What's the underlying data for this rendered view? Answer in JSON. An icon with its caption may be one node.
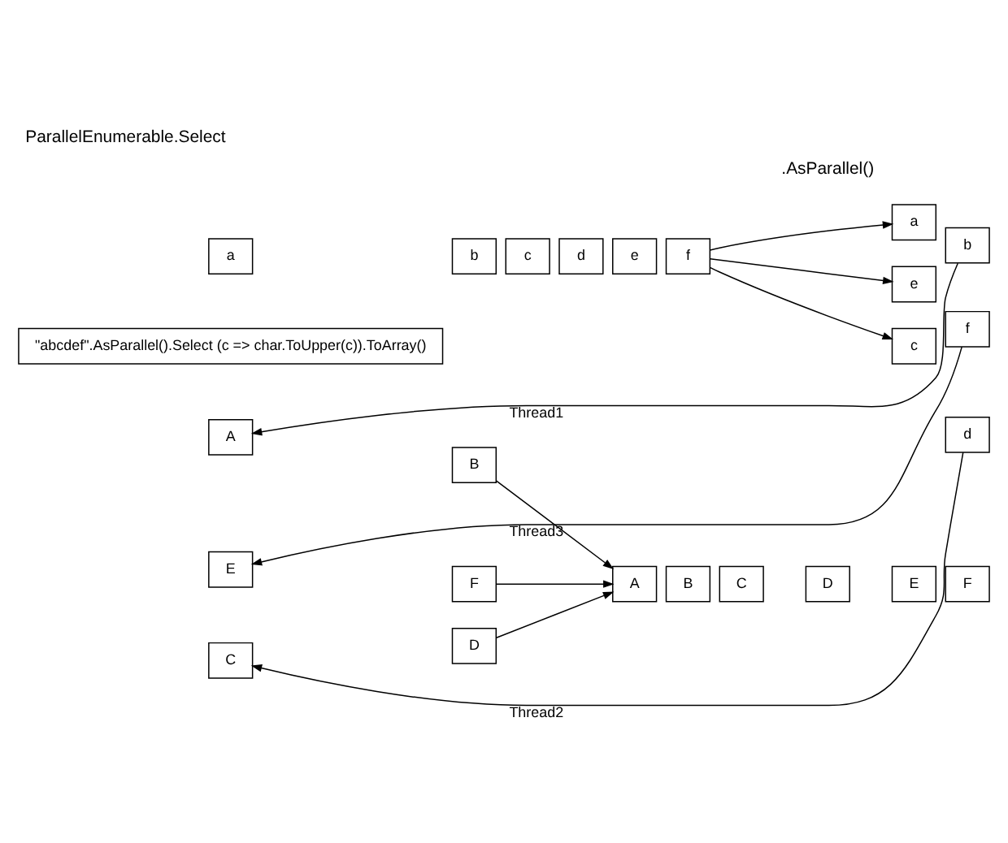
{
  "diagram": {
    "title": "ParallelEnumerable.Select",
    "nodes": [
      {
        "text": [
          "a"
        ]
      },
      {
        "text": [
          "b"
        ]
      },
      {
        "text": [
          "c"
        ]
      },
      {
        "text": [
          "d"
        ]
      },
      {
        "text": [
          "e"
        ]
      },
      {
        "text": [
          "f"
        ]
      },
      {
        "text": [
          "a"
        ]
      },
      {
        "text": [
          "b"
        ]
      },
      {
        "text": [
          "c"
        ]
      },
      {
        "text": [
          "d"
        ]
      },
      {
        "text": [
          "e"
        ]
      },
      {
        "text": [
          "f"
        ]
      },
      {
        "text": [
          "E"
        ]
      },
      {
        "text": [
          "F"
        ]
      },
      {
        "text": [
          "C"
        ]
      },
      {
        "text": [
          "D"
        ]
      },
      {
        "text": [
          "A"
        ]
      },
      {
        "text": [
          "B"
        ]
      },
      {
        "text": [
          "A"
        ]
      },
      {
        "text": [
          "B"
        ]
      },
      {
        "text": [
          "C"
        ]
      },
      {
        "text": [
          "D"
        ]
      },
      {
        "text": [
          "E"
        ]
      },
      {
        "text": [
          "F"
        ]
      },
      {
        "text": [
          "\"abcdef\".AsParallel().Select (c => char.ToUpper(c)).ToArray()"
        ]
      }
    ],
    "edges": [
      {
        "from": 5,
        "to": 6,
        "arrow": "to"
      },
      {
        "from": 5,
        "to": 8,
        "arrow": "to"
      },
      {
        "from": 5,
        "to": 10,
        "arrow": "to"
      },
      {
        "from": 7,
        "to": 16,
        "arrow": "to",
        "label": "Thread1"
      },
      {
        "from": 9,
        "to": 14,
        "arrow": "to",
        "label": "Thread2"
      },
      {
        "from": 11,
        "to": 12,
        "arrow": "to",
        "label": "Thread3"
      },
      {
        "from": 13,
        "to": 18,
        "arrow": "to"
      },
      {
        "from": 15,
        "to": 18,
        "arrow": "to"
      },
      {
        "from": 17,
        "to": 18,
        "arrow": "to"
      }
    ],
    "labels": [
      ".AsParallel()"
    ]
  }
}
